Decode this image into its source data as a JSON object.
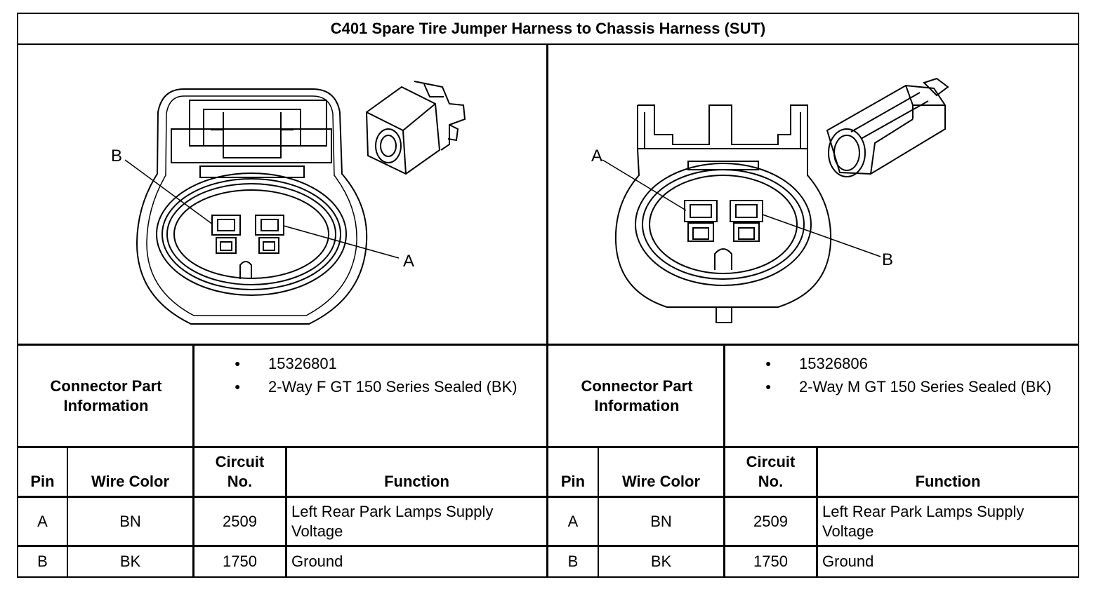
{
  "title": "C401 Spare Tire Jumper Harness to Chassis Harness (SUT)",
  "left": {
    "pin_labels": {
      "b": "B",
      "a": "A"
    },
    "info_label": "Connector Part Information",
    "part_info": [
      "15326801",
      "2-Way F GT 150 Series Sealed (BK)"
    ],
    "headers": {
      "pin": "Pin",
      "wire_color": "Wire Color",
      "circuit": "Circuit No.",
      "function": "Function"
    },
    "rows": [
      {
        "pin": "A",
        "wire_color": "BN",
        "circuit": "2509",
        "function": "Left Rear Park Lamps Supply Voltage"
      },
      {
        "pin": "B",
        "wire_color": "BK",
        "circuit": "1750",
        "function": "Ground"
      }
    ]
  },
  "right": {
    "pin_labels": {
      "a": "A",
      "b": "B"
    },
    "info_label": "Connector Part Information",
    "part_info": [
      "15326806",
      "2-Way M GT 150 Series Sealed (BK)"
    ],
    "headers": {
      "pin": "Pin",
      "wire_color": "Wire Color",
      "circuit": "Circuit No.",
      "function": "Function"
    },
    "rows": [
      {
        "pin": "A",
        "wire_color": "BN",
        "circuit": "2509",
        "function": "Left Rear Park Lamps Supply Voltage"
      },
      {
        "pin": "B",
        "wire_color": "BK",
        "circuit": "1750",
        "function": "Ground"
      }
    ]
  },
  "bullet_glyph": "●"
}
